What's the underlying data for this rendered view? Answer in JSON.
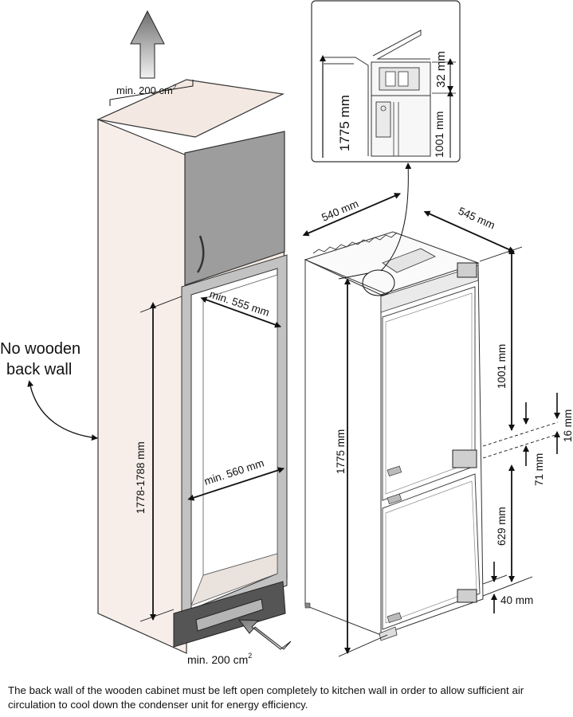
{
  "labels": {
    "vent_top": "min. 200 cm",
    "vent_top_sup": "2",
    "vent_bottom": "min. 200 cm",
    "vent_bottom_sup": "2",
    "no_wooden": "No wooden",
    "back_wall": "back wall",
    "niche_depth": "min. 555 mm",
    "niche_width": "min. 560 mm",
    "niche_height": "1778-1788 mm",
    "fridge_height": "1775 mm",
    "width_540": "540 mm",
    "depth_545": "545 mm",
    "dim_1001": "1001 mm",
    "dim_16": "16 mm",
    "dim_71": "71 mm",
    "dim_629": "629 mm",
    "dim_40": "40 mm",
    "detail_1775": "1775 mm",
    "detail_32": "32 mm",
    "detail_1001": "1001 mm"
  },
  "caption": "The back wall of the wooden cabinet must be left open completely to kitchen wall in order to allow sufficient air circulation to cool down the condenser unit for energy efficiency."
}
